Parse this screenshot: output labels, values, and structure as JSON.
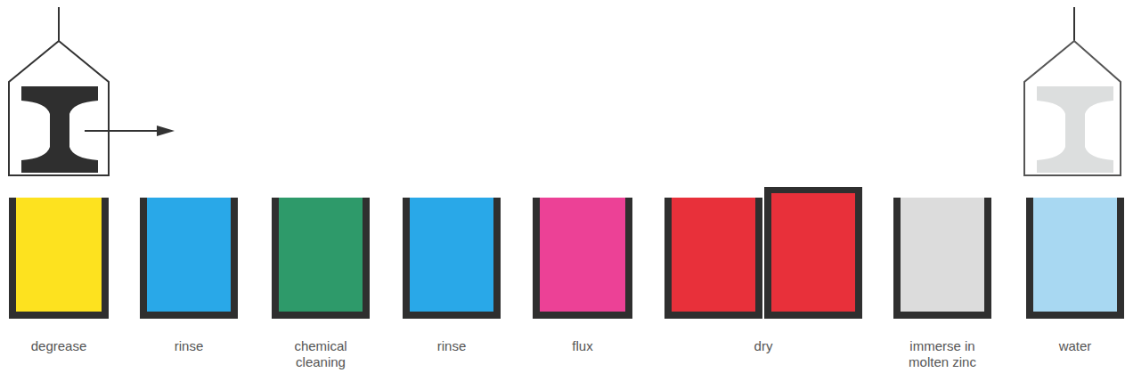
{
  "diagram": {
    "nodes": [
      {
        "text": [
          "degrease"
        ]
      },
      {
        "text": [
          "rinse"
        ]
      },
      {
        "text": [
          "chemical cleaning"
        ]
      },
      {
        "text": [
          "rinse"
        ]
      },
      {
        "text": [
          "flux"
        ]
      },
      {
        "text": [
          "dry"
        ]
      },
      {
        "text": [
          "immerse in molten zinc"
        ]
      },
      {
        "text": [
          "water"
        ]
      }
    ]
  }
}
